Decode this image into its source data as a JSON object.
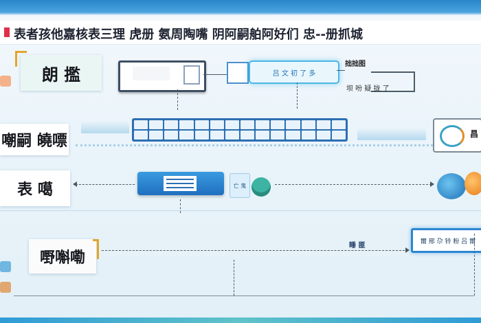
{
  "header": {
    "title": "表者孩他嘉核表三理 虎册 氨周陶嘴 阴阿嗣舶阿好们 忠--册抓城"
  },
  "rows": {
    "row1_label": "朗 㩜",
    "row2_label": "嘲嗣 皢嘌",
    "row3_label": "表 噶",
    "row4_label": "嘢嘝嘞"
  },
  "callout": {
    "text": "吕 文 初 了 多"
  },
  "notes": {
    "note_a": "拙拙图",
    "note_b": "坝 吩 疑 拢 了"
  },
  "panel_right_label": "昌",
  "small_tile_text": "亡 鬼",
  "btn_right_text": "爾 邢 尕 铃 粉 吕 爾",
  "tag_mid_text": "睡 匪",
  "colors": {
    "accent": "#2a86d1",
    "header_mark": "#e0304a",
    "highlight": "#e3a52a"
  }
}
